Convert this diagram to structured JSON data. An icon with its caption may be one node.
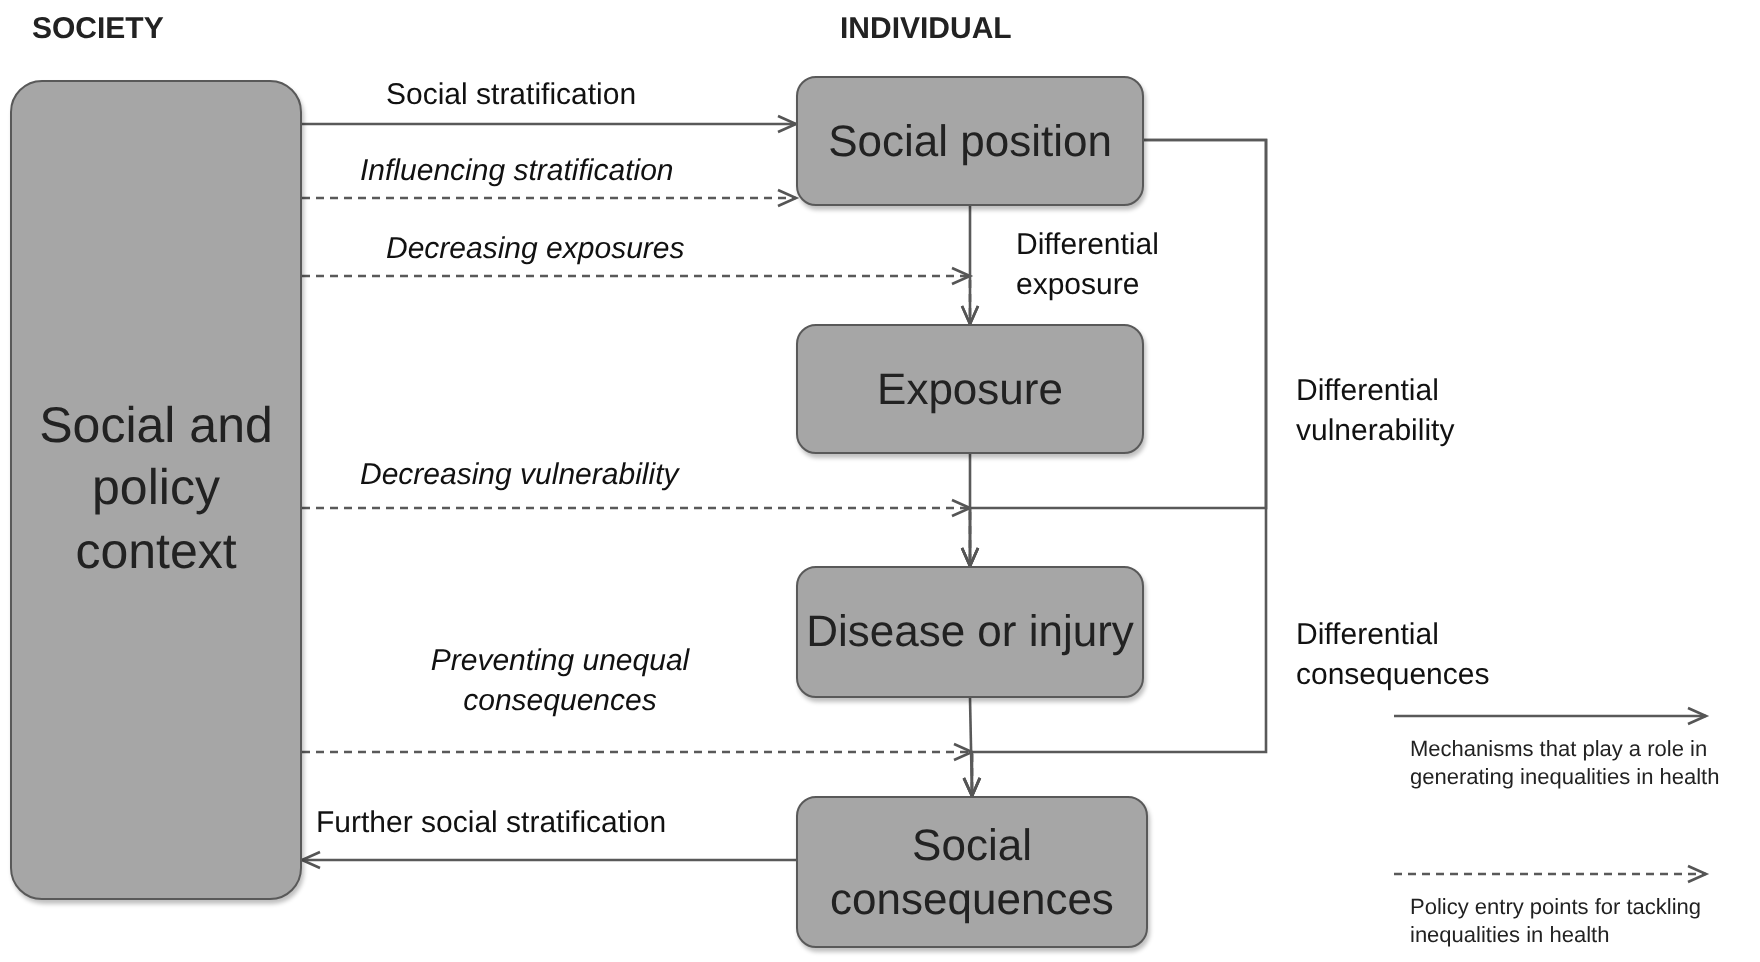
{
  "diagram": {
    "nodes": [
      {
        "text": [
          "Social and policy context"
        ]
      },
      {
        "text": [
          "Social position"
        ]
      },
      {
        "text": [
          "Exposure"
        ]
      },
      {
        "text": [
          "Disease or injury"
        ]
      },
      {
        "text": [
          "Social consequences"
        ]
      }
    ],
    "edges": [
      {
        "from": 0,
        "to": 1,
        "arrow": "to",
        "label": "Social stratification"
      },
      {
        "from": 0,
        "to": 1,
        "arrow": "to",
        "label": "Influencing stratification",
        "style": "dashed"
      },
      {
        "from": 0,
        "to": 2,
        "arrow": "to",
        "label": "Decreasing exposures",
        "style": "dashed"
      },
      {
        "from": 1,
        "to": 2,
        "arrow": "to",
        "label": "Differential exposure"
      },
      {
        "from": 1,
        "to": 3,
        "arrow": "to",
        "label": "Differential vulnerability"
      },
      {
        "from": 0,
        "to": 3,
        "arrow": "to",
        "label": "Decreasing vulnerability",
        "style": "dashed"
      },
      {
        "from": 2,
        "to": 3,
        "arrow": "to"
      },
      {
        "from": 1,
        "to": 4,
        "arrow": "to",
        "label": "Differential consequences"
      },
      {
        "from": 0,
        "to": 4,
        "arrow": "to",
        "label": "Preventing unequal consequences",
        "style": "dashed"
      },
      {
        "from": 3,
        "to": 4,
        "arrow": "to"
      },
      {
        "from": 4,
        "to": 0,
        "arrow": "to",
        "label": "Further social stratification"
      }
    ],
    "labels": [
      "SOCIETY",
      "INDIVIDUAL"
    ],
    "legend": [
      {
        "text": "Mechanisms that play a role in generating inequalities in health"
      },
      {
        "text": "Policy entry points for tackling inequalities in health"
      }
    ]
  }
}
